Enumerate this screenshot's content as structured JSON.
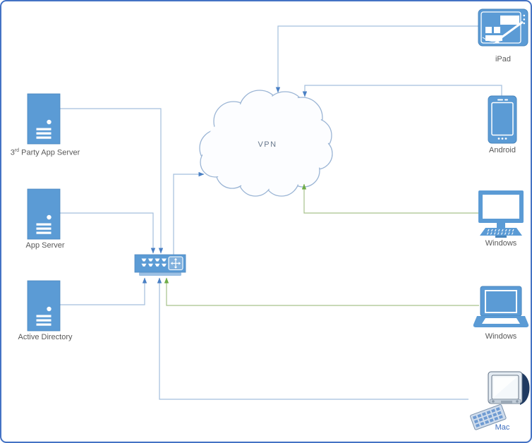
{
  "diagram": {
    "type": "vpn-network-diagram",
    "cloud": {
      "label": "VPN",
      "icon": "cloud-icon"
    },
    "nodes": {
      "third_party_app_server": {
        "label_prefix": "3",
        "label_sup": "rd",
        "label_suffix": " Party App Server",
        "icon": "server-icon"
      },
      "app_server": {
        "label": "App Server",
        "icon": "server-icon"
      },
      "active_directory": {
        "label": "Active Directory",
        "icon": "server-icon"
      },
      "switch": {
        "label": "",
        "icon": "switch-icon"
      },
      "ipad": {
        "label": "iPad",
        "icon": "tablet-icon"
      },
      "android": {
        "label": "Android",
        "icon": "smartphone-icon"
      },
      "windows_desktop": {
        "label": "Windows",
        "icon": "desktop-computer-icon"
      },
      "windows_laptop": {
        "label": "Windows",
        "icon": "laptop-icon"
      },
      "mac": {
        "label": "Mac",
        "icon": "mac-computer-icon"
      }
    },
    "connectors": [
      {
        "from": "ipad",
        "to": "vpn_cloud",
        "color": "#4A80C4"
      },
      {
        "from": "android",
        "to": "vpn_cloud",
        "color": "#4A80C4"
      },
      {
        "from": "windows_desktop",
        "to": "vpn_cloud",
        "color": "#6FAC47"
      },
      {
        "from": "switch",
        "to": "vpn_cloud",
        "color": "#4A80C4"
      },
      {
        "from": "third_party_app_server",
        "to": "switch",
        "color": "#4A80C4"
      },
      {
        "from": "app_server",
        "to": "switch",
        "color": "#4A80C4"
      },
      {
        "from": "active_directory",
        "to": "switch",
        "color": "#4A80C4"
      },
      {
        "from": "mac",
        "to": "switch",
        "color": "#4A80C4"
      },
      {
        "from": "windows_laptop",
        "to": "switch",
        "color": "#6FAC47"
      }
    ],
    "colors": {
      "shape_fill": "#5B9BD5",
      "shape_stroke": "#4A86BD",
      "connector_blue": "#A4BFDD",
      "arrow_blue": "#4A80C4",
      "connector_green": "#A6C28C",
      "arrow_green": "#6FAC47",
      "cloud_stroke": "#9BB5D5",
      "cloud_fill": "#FCFDFF",
      "page_border": "#4472C4",
      "label_text": "#595959",
      "mac_label_text": "#3F6FBF",
      "vpn_label_text": "#68788D"
    }
  }
}
